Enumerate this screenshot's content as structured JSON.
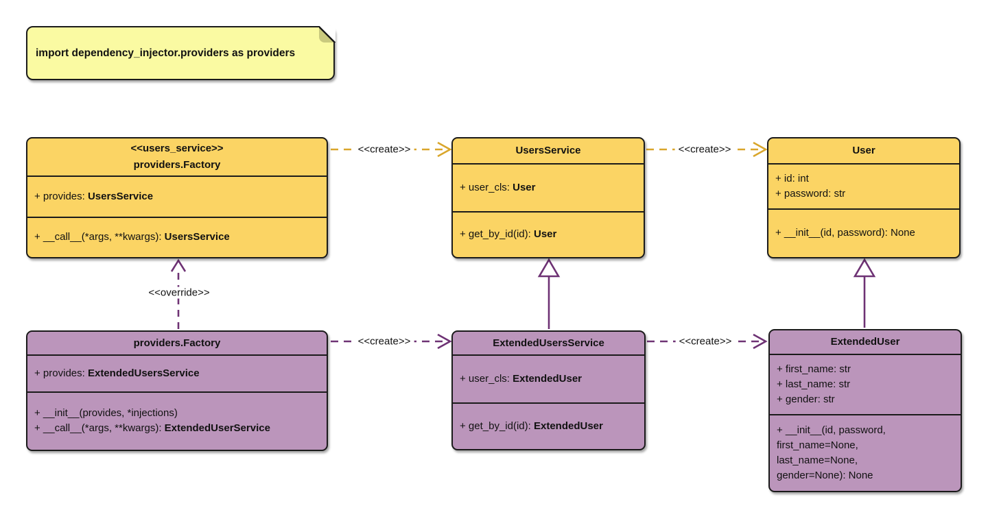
{
  "diagram": {
    "note": {
      "text": "import dependency_injector.providers as providers"
    },
    "colors": {
      "background": "#ffffff",
      "class_yellow_fill": "#fbd464",
      "class_purple_fill": "#bb95bb",
      "box_border": "#1a1a1a",
      "arrow_yellow": "#d9a62b",
      "arrow_purple": "#6e3274",
      "note_fill": "#fafaa2"
    },
    "classes": [
      {
        "id": "users-service-factory",
        "stereotype": "<<users_service>>",
        "name": "providers.Factory",
        "attributes": [
          {
            "plain": "+ provides: ",
            "bold": "UsersService"
          }
        ],
        "methods": [
          {
            "plain": "+ __call__(*args, **kwargs): ",
            "bold": "UsersService"
          }
        ]
      },
      {
        "id": "users-service",
        "stereotype": "",
        "name": "UsersService",
        "attributes": [
          {
            "plain": "+ user_cls: ",
            "bold": "User"
          }
        ],
        "methods": [
          {
            "plain": "+ get_by_id(id): ",
            "bold": "User"
          }
        ]
      },
      {
        "id": "user",
        "stereotype": "",
        "name": "User",
        "attributes": [
          {
            "plain": "+ id: int",
            "bold": ""
          },
          {
            "plain": "+ password: str",
            "bold": ""
          }
        ],
        "methods": [
          {
            "plain": "+ __init__(id, password): None",
            "bold": ""
          }
        ]
      },
      {
        "id": "extended-factory",
        "stereotype": "",
        "name": "providers.Factory",
        "attributes": [
          {
            "plain": "+ provides: ",
            "bold": "ExtendedUsersService"
          }
        ],
        "methods": [
          {
            "plain": "+ __init__(provides, *injections)",
            "bold": ""
          },
          {
            "plain": "+ __call__(*args, **kwargs): ",
            "bold": "ExtendedUserService"
          }
        ]
      },
      {
        "id": "extended-users-service",
        "stereotype": "",
        "name": "ExtendedUsersService",
        "attributes": [
          {
            "plain": "+ user_cls: ",
            "bold": "ExtendedUser"
          }
        ],
        "methods": [
          {
            "plain": "+ get_by_id(id): ",
            "bold": "ExtendedUser"
          }
        ]
      },
      {
        "id": "extended-user",
        "stereotype": "",
        "name": "ExtendedUser",
        "attributes": [
          {
            "plain": "+ first_name: str",
            "bold": ""
          },
          {
            "plain": "+ last_name: str",
            "bold": ""
          },
          {
            "plain": "+ gender: str",
            "bold": ""
          }
        ],
        "methods": [
          {
            "plain": "+ __init__(id, password,",
            "bold": ""
          },
          {
            "plain": "first_name=None,",
            "bold": ""
          },
          {
            "plain": "last_name=None,",
            "bold": ""
          },
          {
            "plain": "gender=None): None",
            "bold": ""
          }
        ]
      }
    ],
    "edges": [
      {
        "from": "users-service-factory",
        "to": "users-service",
        "type": "create",
        "label": "<<create>>"
      },
      {
        "from": "users-service",
        "to": "user",
        "type": "create",
        "label": "<<create>>"
      },
      {
        "from": "extended-factory",
        "to": "extended-users-service",
        "type": "create",
        "label": "<<create>>"
      },
      {
        "from": "extended-users-service",
        "to": "extended-user",
        "type": "create",
        "label": "<<create>>"
      },
      {
        "from": "extended-factory",
        "to": "users-service-factory",
        "type": "override",
        "label": "<<override>>"
      },
      {
        "from": "extended-users-service",
        "to": "users-service",
        "type": "inheritance",
        "label": ""
      },
      {
        "from": "extended-user",
        "to": "user",
        "type": "inheritance",
        "label": ""
      }
    ]
  }
}
